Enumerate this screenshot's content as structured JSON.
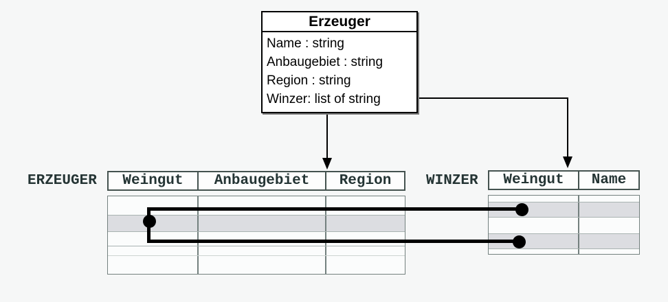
{
  "uml_class": {
    "title": "Erzeuger",
    "attributes": [
      "Name : string",
      "Anbaugebiet : string",
      "Region : string",
      "Winzer: list of string"
    ]
  },
  "relations": {
    "erzeuger": {
      "label": "ERZEUGER",
      "columns": [
        "Weingut",
        "Anbaugebiet",
        "Region"
      ],
      "row_count": 4,
      "highlighted_row_index": 2,
      "cells_empty": true
    },
    "winzer": {
      "label": "WINZER",
      "columns": [
        "Weingut",
        "Name"
      ],
      "row_count": 4,
      "highlighted_row_indexes": [
        2,
        4
      ],
      "cells_empty": true
    }
  },
  "connectors": {
    "class_to_erzeuger": "arrow-down",
    "winzer_attribute_to_winzer_table": "arrow-down",
    "row_links": "thick black lines with dots linking ERZEUGER highlighted row to two WINZER highlighted rows"
  },
  "colors": {
    "background": "#f6f7f7",
    "class_box_border": "#000000",
    "class_box_fill": "#ffffff",
    "table_text": "#243434",
    "header_border": "#44524f",
    "body_border": "#73807e",
    "row_highlight": "#dcdde1",
    "connector": "#000000"
  }
}
